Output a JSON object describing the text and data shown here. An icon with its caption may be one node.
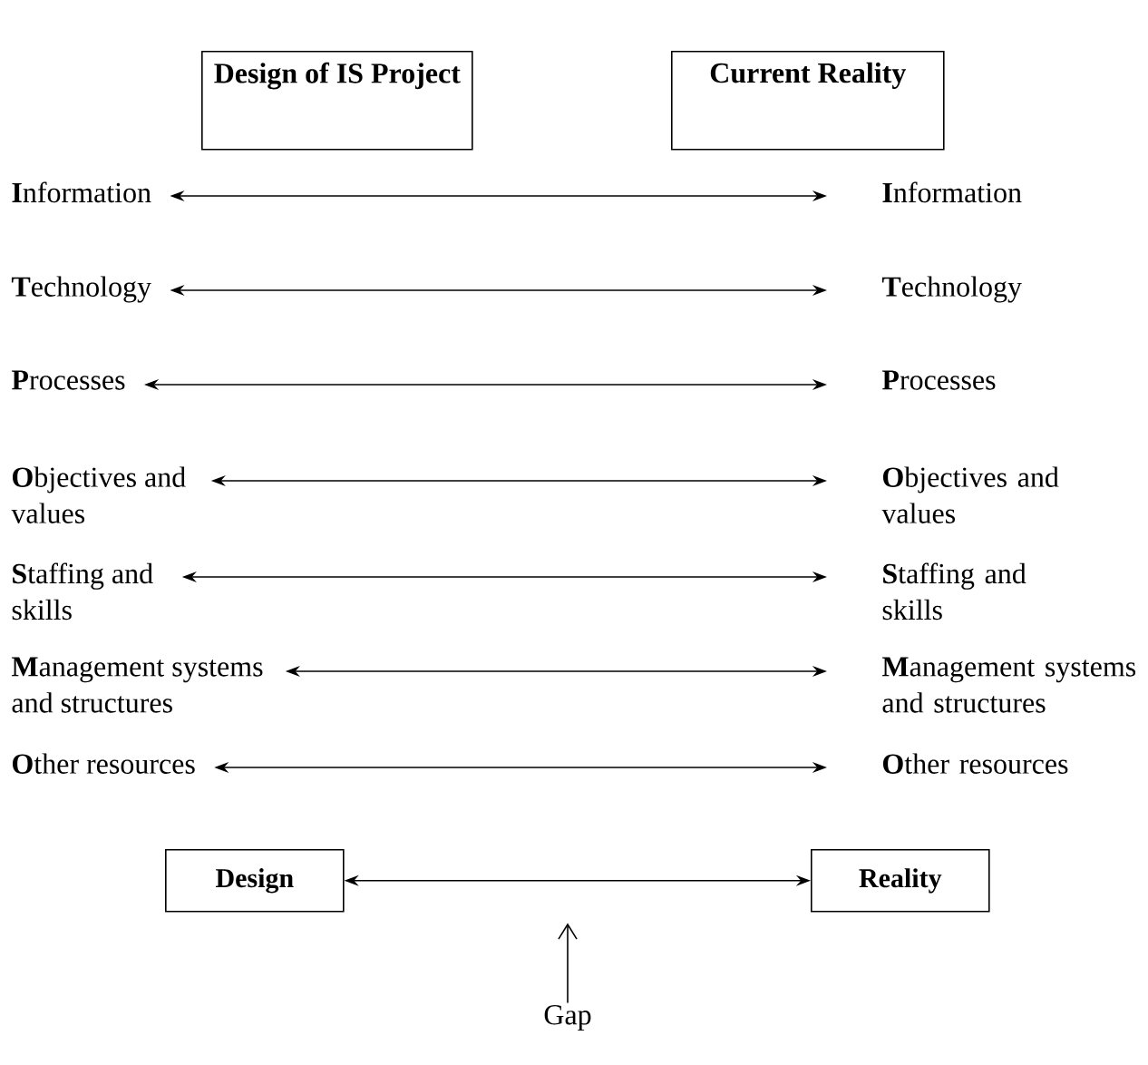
{
  "diagram": {
    "nodes": [
      {
        "text": [
          "Design of IS Project"
        ]
      },
      {
        "text": [
          "Current Reality"
        ]
      },
      {
        "text": [
          "**I**nformation"
        ]
      },
      {
        "text": [
          "**T**echnology"
        ]
      },
      {
        "text": [
          "**P**rocesses"
        ]
      },
      {
        "text": [
          "**O**bjectives and values"
        ]
      },
      {
        "text": [
          "**S**taffing and skills"
        ]
      },
      {
        "text": [
          "**M**anagement systems and structures"
        ]
      },
      {
        "text": [
          "**O**ther resources"
        ]
      },
      {
        "text": [
          "**I**nformation"
        ]
      },
      {
        "text": [
          "**T**echnology"
        ]
      },
      {
        "text": [
          "**P**rocesses"
        ]
      },
      {
        "text": [
          "**O**bjectives and values"
        ]
      },
      {
        "text": [
          "**S**taffing and skills"
        ]
      },
      {
        "text": [
          "**M**anagement systems and structures"
        ]
      },
      {
        "text": [
          "**O**ther resources"
        ]
      },
      {
        "text": [
          "Design"
        ]
      },
      {
        "text": [
          "Reality"
        ]
      },
      {
        "text": [
          "Gap"
        ]
      }
    ],
    "edges": [
      {
        "from": 2,
        "to": 9,
        "arrow": "both"
      },
      {
        "from": 3,
        "to": 10,
        "arrow": "both"
      },
      {
        "from": 4,
        "to": 11,
        "arrow": "both"
      },
      {
        "from": 5,
        "to": 12,
        "arrow": "both"
      },
      {
        "from": 6,
        "to": 13,
        "arrow": "both"
      },
      {
        "from": 7,
        "to": 14,
        "arrow": "both"
      },
      {
        "from": 8,
        "to": 15,
        "arrow": "both"
      },
      {
        "from": 16,
        "to": 17,
        "arrow": "both"
      },
      {
        "from": 18,
        "to": null,
        "arrow": "to"
      }
    ]
  }
}
